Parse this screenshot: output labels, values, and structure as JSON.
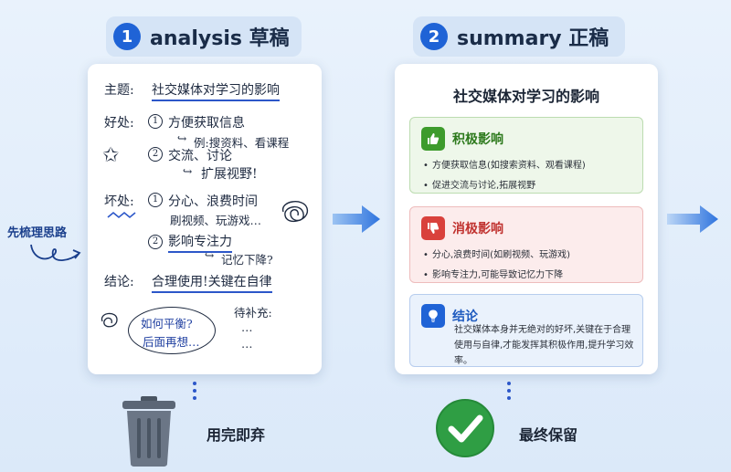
{
  "step1": {
    "number": "1",
    "title": "analysis 草稿"
  },
  "step2": {
    "number": "2",
    "title": "summary 正稿"
  },
  "side_note": "先梳理思路",
  "draft": {
    "topic_label": "主题:",
    "topic": "社交媒体对学习的影响",
    "pros_label": "好处:",
    "pro1_num": "1",
    "pro1": "方便获取信息",
    "pro1_example": "例:搜资料、看课程",
    "pro2_num": "2",
    "pro2": "交流、讨论",
    "pro2_example": "扩展视野!",
    "cons_label": "坏处:",
    "con1_num": "1",
    "con1": "分心、浪费时间",
    "con1_example": "刷视频、玩游戏…",
    "con2_num": "2",
    "con2": "影响专注力",
    "con2_example": "记忆下降?",
    "conclusion_label": "结论:",
    "conclusion": "合理使用!关键在自律",
    "bubble_line1": "如何平衡?",
    "bubble_line2": "后面再想…",
    "todo_label": "待补充:",
    "todo_items": [
      "…",
      "…"
    ]
  },
  "final": {
    "title": "社交媒体对学习的影响",
    "positive": {
      "title": "积极影响",
      "items": [
        "方便获取信息(如搜索资料、观看课程)",
        "促进交流与讨论,拓展视野"
      ]
    },
    "negative": {
      "title": "消极影响",
      "items": [
        "分心,浪费时间(如刷视频、玩游戏)",
        "影响专注力,可能导致记忆力下降"
      ]
    },
    "conclusion": {
      "title": "结论",
      "text": "社交媒体本身并无绝对的好坏,关键在于合理使用与自律,才能发挥其积极作用,提升学习效率。"
    }
  },
  "bottom": {
    "discard_label": "用完即弃",
    "keep_label": "最终保留"
  },
  "colors": {
    "accent": "#1f63d6",
    "positive": "#2d7a1d",
    "negative": "#c0322f",
    "check": "#2f9e44"
  }
}
